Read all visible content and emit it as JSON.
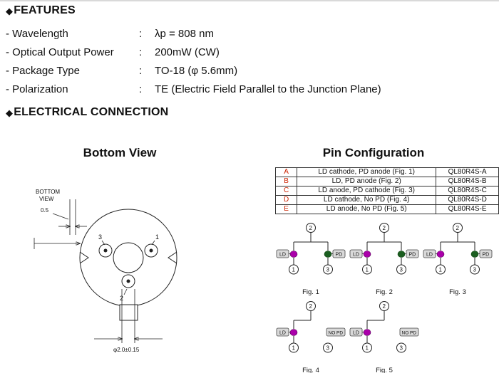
{
  "icons": {
    "diamond": "◆"
  },
  "features": {
    "title": "FEATURES",
    "items": [
      {
        "label": "- Wavelength",
        "colon": ":",
        "value": "λp = 808 nm"
      },
      {
        "label": "- Optical Output Power",
        "colon": ":",
        "value": "200mW (CW)"
      },
      {
        "label": "- Package Type",
        "colon": ":",
        "value": "TO-18 (φ 5.6mm)"
      },
      {
        "label": "- Polarization",
        "colon": ":",
        "value": "TE (Electric Field Parallel to the Junction Plane)"
      }
    ]
  },
  "electrical": {
    "title": "ELECTRICAL CONNECTION"
  },
  "bottom_view": {
    "title": "Bottom View",
    "corner_label_line1": "BOTTOM",
    "corner_label_line2": "VIEW",
    "dim_small": "0.5",
    "dim_diameter": "φ2.0±0.15",
    "pin_left": "3",
    "pin_right": "1",
    "pin_bottom": "2"
  },
  "pin_configuration": {
    "title": "Pin Configuration",
    "table_rows": [
      {
        "key": "A",
        "description": "LD cathode, PD anode  (Fig. 1)",
        "part": "QL80R4S-A"
      },
      {
        "key": "B",
        "description": "LD, PD anode  (Fig. 2)",
        "part": "QL80R4S-B"
      },
      {
        "key": "C",
        "description": "LD anode, PD cathode  (Fig. 3)",
        "part": "QL80R4S-C"
      },
      {
        "key": "D",
        "description": "LD cathode, No  PD (Fig. 4)",
        "part": "QL80R4S-D"
      },
      {
        "key": "E",
        "description": "LD anode, No  PD (Fig. 5)",
        "part": "QL80R4S-E"
      }
    ]
  },
  "figures": [
    {
      "caption": "Fig. 1",
      "left_box": "LD",
      "right_box": "PD",
      "top_pin": "2",
      "left_pin": "1",
      "right_pin": "3"
    },
    {
      "caption": "Fig. 2",
      "left_box": "LD",
      "right_box": "PD",
      "top_pin": "2",
      "left_pin": "1",
      "right_pin": "3"
    },
    {
      "caption": "Fig. 3",
      "left_box": "LD",
      "right_box": "PD",
      "top_pin": "2",
      "left_pin": "1",
      "right_pin": "3"
    },
    {
      "caption": "Fig. 4",
      "left_box": "LD",
      "right_box": "NO PD",
      "top_pin": "2",
      "left_pin": "1",
      "right_pin": "3"
    },
    {
      "caption": "Fig. 5",
      "left_box": "LD",
      "right_box": "NO PD",
      "top_pin": "2",
      "left_pin": "1",
      "right_pin": "3"
    }
  ],
  "colors": {
    "table_key_red": "#cc2200",
    "ld_dot": "#aa00aa",
    "pd_dot": "#1b5e20"
  }
}
